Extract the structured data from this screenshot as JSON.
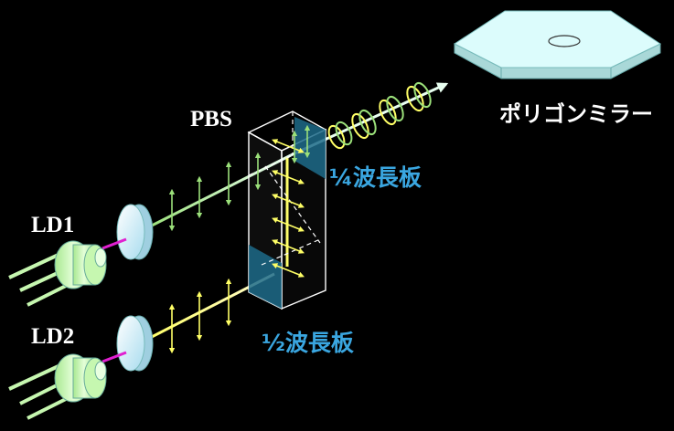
{
  "labels": {
    "pbs": "PBS",
    "polygon_mirror": "ポリゴンミラー",
    "quarter_wave_plate": "¼波長板",
    "half_wave_plate": "½波長板",
    "ld1": "LD1",
    "ld2": "LD2"
  },
  "colors": {
    "background": "#000000",
    "label_blue": "#3aa6e0",
    "beam_green": "#b8f0a0",
    "beam_yellow": "#ffff66",
    "beam_white": "#e8fff0",
    "ld_body": "#c6f7b0",
    "lens": "#dff6ff",
    "emitter": "#e020d0",
    "waveplate": "#1d6b8a",
    "mirror": "#dcfcfc"
  },
  "icons": [
    "laser-diode-icon",
    "collimator-lens-icon",
    "polarizing-beam-splitter-icon",
    "wave-plate-icon",
    "polygon-mirror-icon",
    "circular-polarization-icon"
  ]
}
